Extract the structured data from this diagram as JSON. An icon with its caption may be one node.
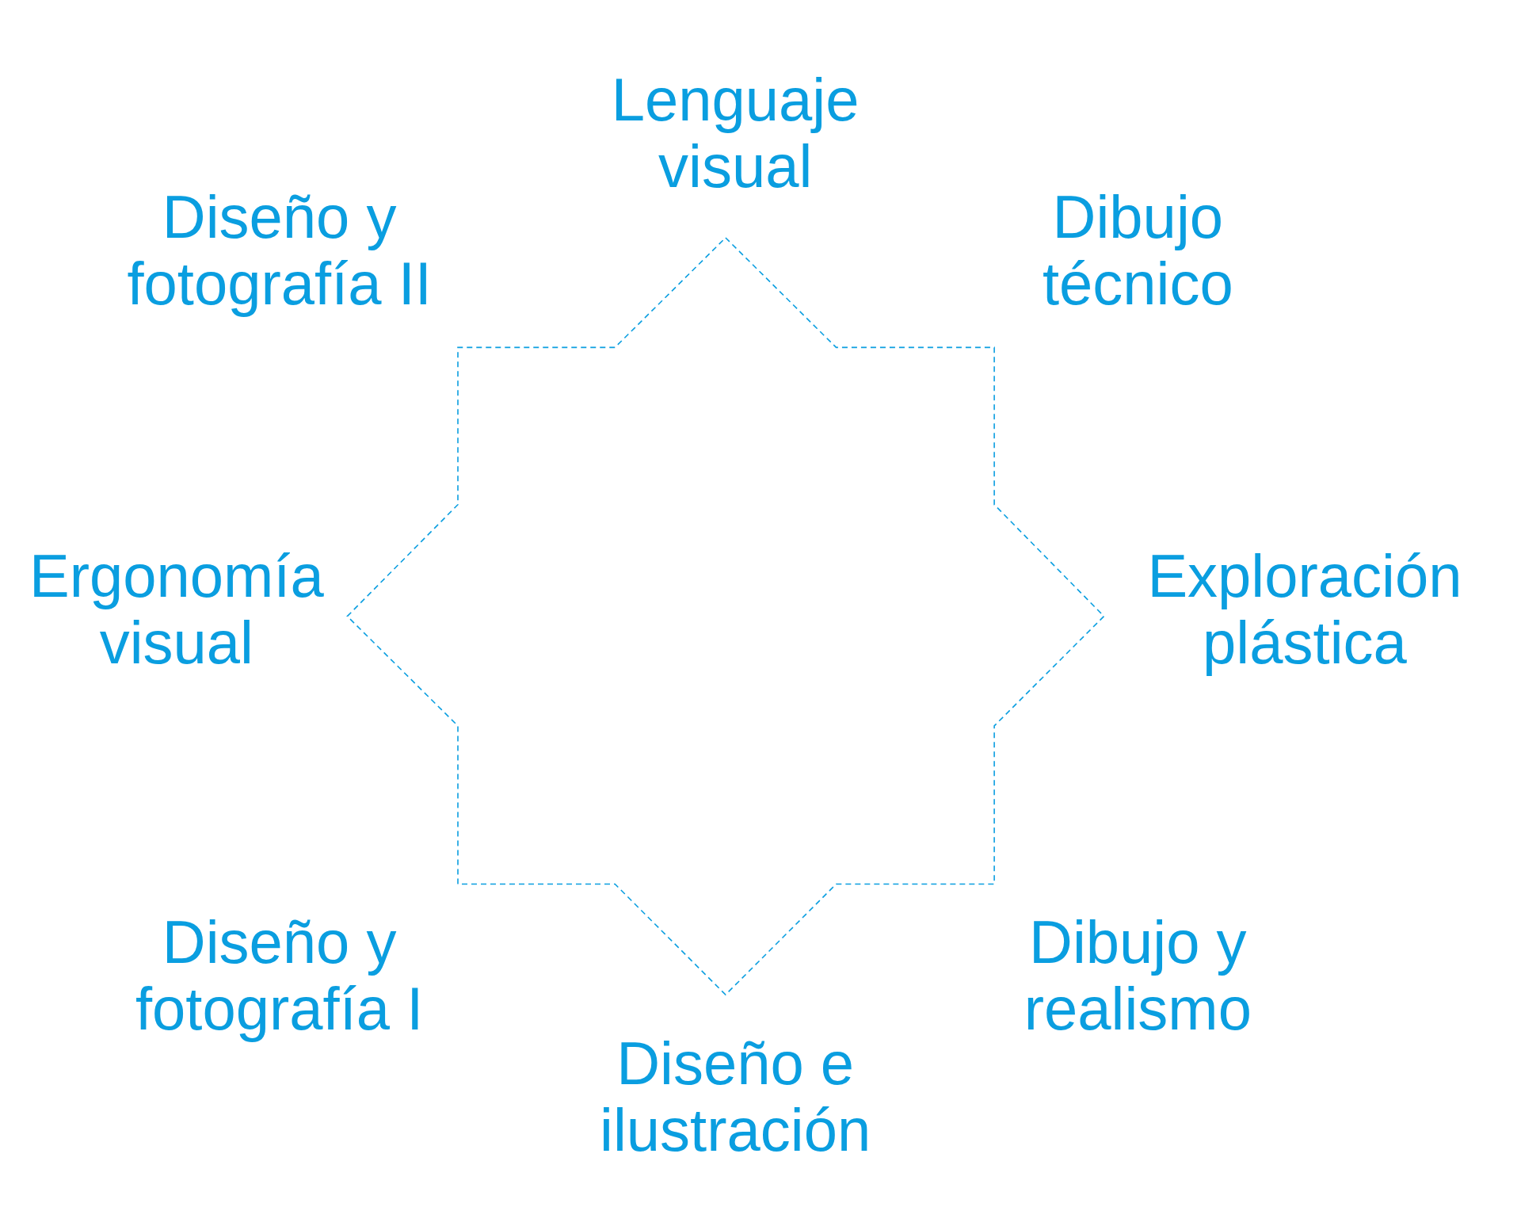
{
  "diagram": {
    "labels": [
      "Lenguaje visual",
      "Diseño y fotografía II",
      "Dibujo técnico",
      "Ergonomía visual",
      "Exploración plástica",
      "Diseño y fotografía I",
      "Dibujo y realismo",
      "Diseño e ilustración"
    ]
  }
}
